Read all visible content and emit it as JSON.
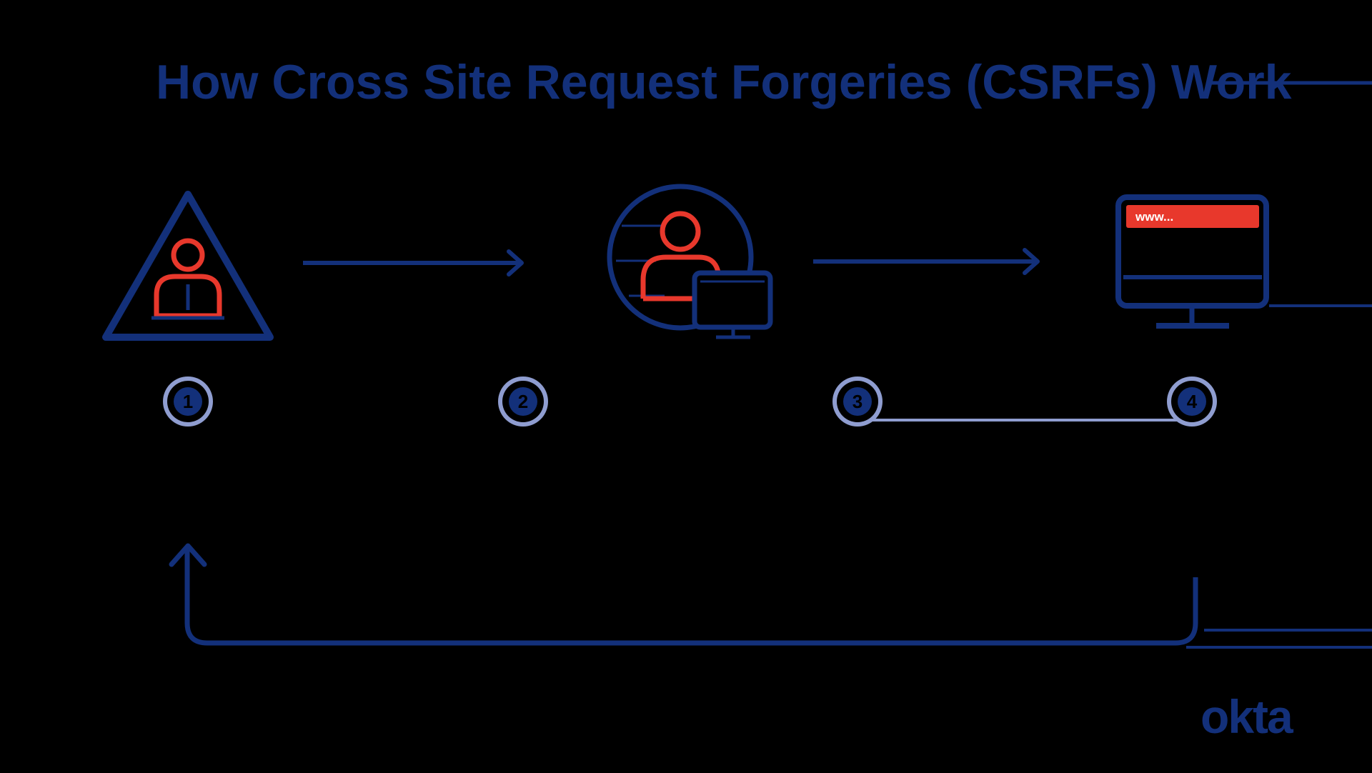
{
  "diagram": {
    "title": "How Cross Site Request Forgeries (CSRFs) Work",
    "steps": [
      {
        "number": "1"
      },
      {
        "number": "2"
      },
      {
        "number": "3"
      },
      {
        "number": "4"
      }
    ],
    "website_url": "www...",
    "logo": "okta"
  },
  "icons": {
    "step_1": "warning-triangle-attacker-icon",
    "step_2": "user-with-computer-icon",
    "step_4": "website-monitor-icon"
  },
  "colors": {
    "primary_navy": "#13307a",
    "accent_red": "#e8382c",
    "badge_fill": "#8f9dd0",
    "background": "#000000"
  }
}
